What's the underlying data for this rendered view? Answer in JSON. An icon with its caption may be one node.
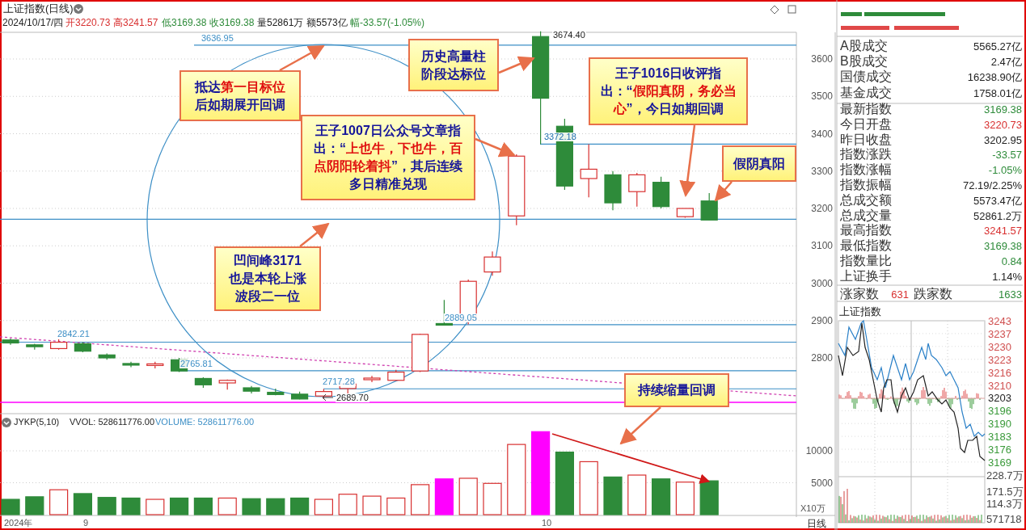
{
  "diagram": {
    "nodes": [
      {
        "text": [
          "抵达**第一目标位**后如期展开回调"
        ]
      },
      {
        "text": [
          "历史高量柱阶段达标位"
        ]
      },
      {
        "text": [
          "王子1007日公众号文章指出：“**上也牛，下也牛，百点阴阳轮着抖**”，其后连续多日精准兑现"
        ]
      },
      {
        "text": [
          "王子1016日收评指出：“**假阳真阴，务必当心**”，今日如期回调"
        ]
      },
      {
        "text": [
          "假阴真阳"
        ]
      },
      {
        "text": [
          "凹间峰3171也是本轮上涨波段二一位"
        ]
      },
      {
        "text": [
          "持续缩量回调"
        ]
      }
    ],
    "edges": [
      {
        "from": 0,
        "to": null,
        "arrow": "to"
      },
      {
        "from": 1,
        "to": null,
        "arrow": "to"
      },
      {
        "from": 2,
        "to": null,
        "arrow": "to"
      },
      {
        "from": 3,
        "to": null,
        "arrow": "to"
      },
      {
        "from": 4,
        "to": null,
        "arrow": "to"
      },
      {
        "from": 5,
        "to": null,
        "arrow": "to"
      },
      {
        "from": 6,
        "to": null,
        "arrow": "to"
      }
    ],
    "labels": [
      "上证指数(日线)",
      "2024/10/17/四",
      "开3220.73",
      "高3241.57",
      "低3169.38",
      "收3169.38",
      "量52861万",
      "额5573亿",
      "幅-33.57(-1.05%)",
      "3636.95",
      "3674.40",
      "3372.18",
      "2842.21",
      "2765.81",
      "2717.28",
      "2689.70",
      "2889.05",
      "3600",
      "3500",
      "3400",
      "3300",
      "3200",
      "3100",
      "3000",
      "2900",
      "2800",
      "JYKP(5,10)",
      "VVOL: 528611776.00",
      "VOLUME: 528611776.00",
      "10000",
      "5000",
      "X10万",
      "2024年",
      "9",
      "10",
      "日线",
      "A股成交",
      "5565.27亿",
      "B股成交",
      "2.47亿",
      "国债成交",
      "16238.90亿",
      "基金成交",
      "1758.01亿",
      "最新指数",
      "3169.38",
      "今日开盘",
      "3220.73",
      "昨日收盘",
      "3202.95",
      "指数涨跌",
      "-33.57",
      "指数涨幅",
      "-1.05%",
      "指数振幅",
      "72.19/2.25%",
      "总成交额",
      "5573.47亿",
      "总成交量",
      "52861.2万",
      "最高指数",
      "3241.57",
      "最低指数",
      "3169.38",
      "指数量比",
      "0.84",
      "上证换手",
      "1.14%",
      "涨家数",
      "631",
      "跌家数",
      "1633",
      "上证指数",
      "3243",
      "3237",
      "3230",
      "3223",
      "3216",
      "3210",
      "3203",
      "3196",
      "3190",
      "3183",
      "3176",
      "3169",
      "228.7万",
      "171.5万",
      "114.3万",
      "571718"
    ]
  }
}
